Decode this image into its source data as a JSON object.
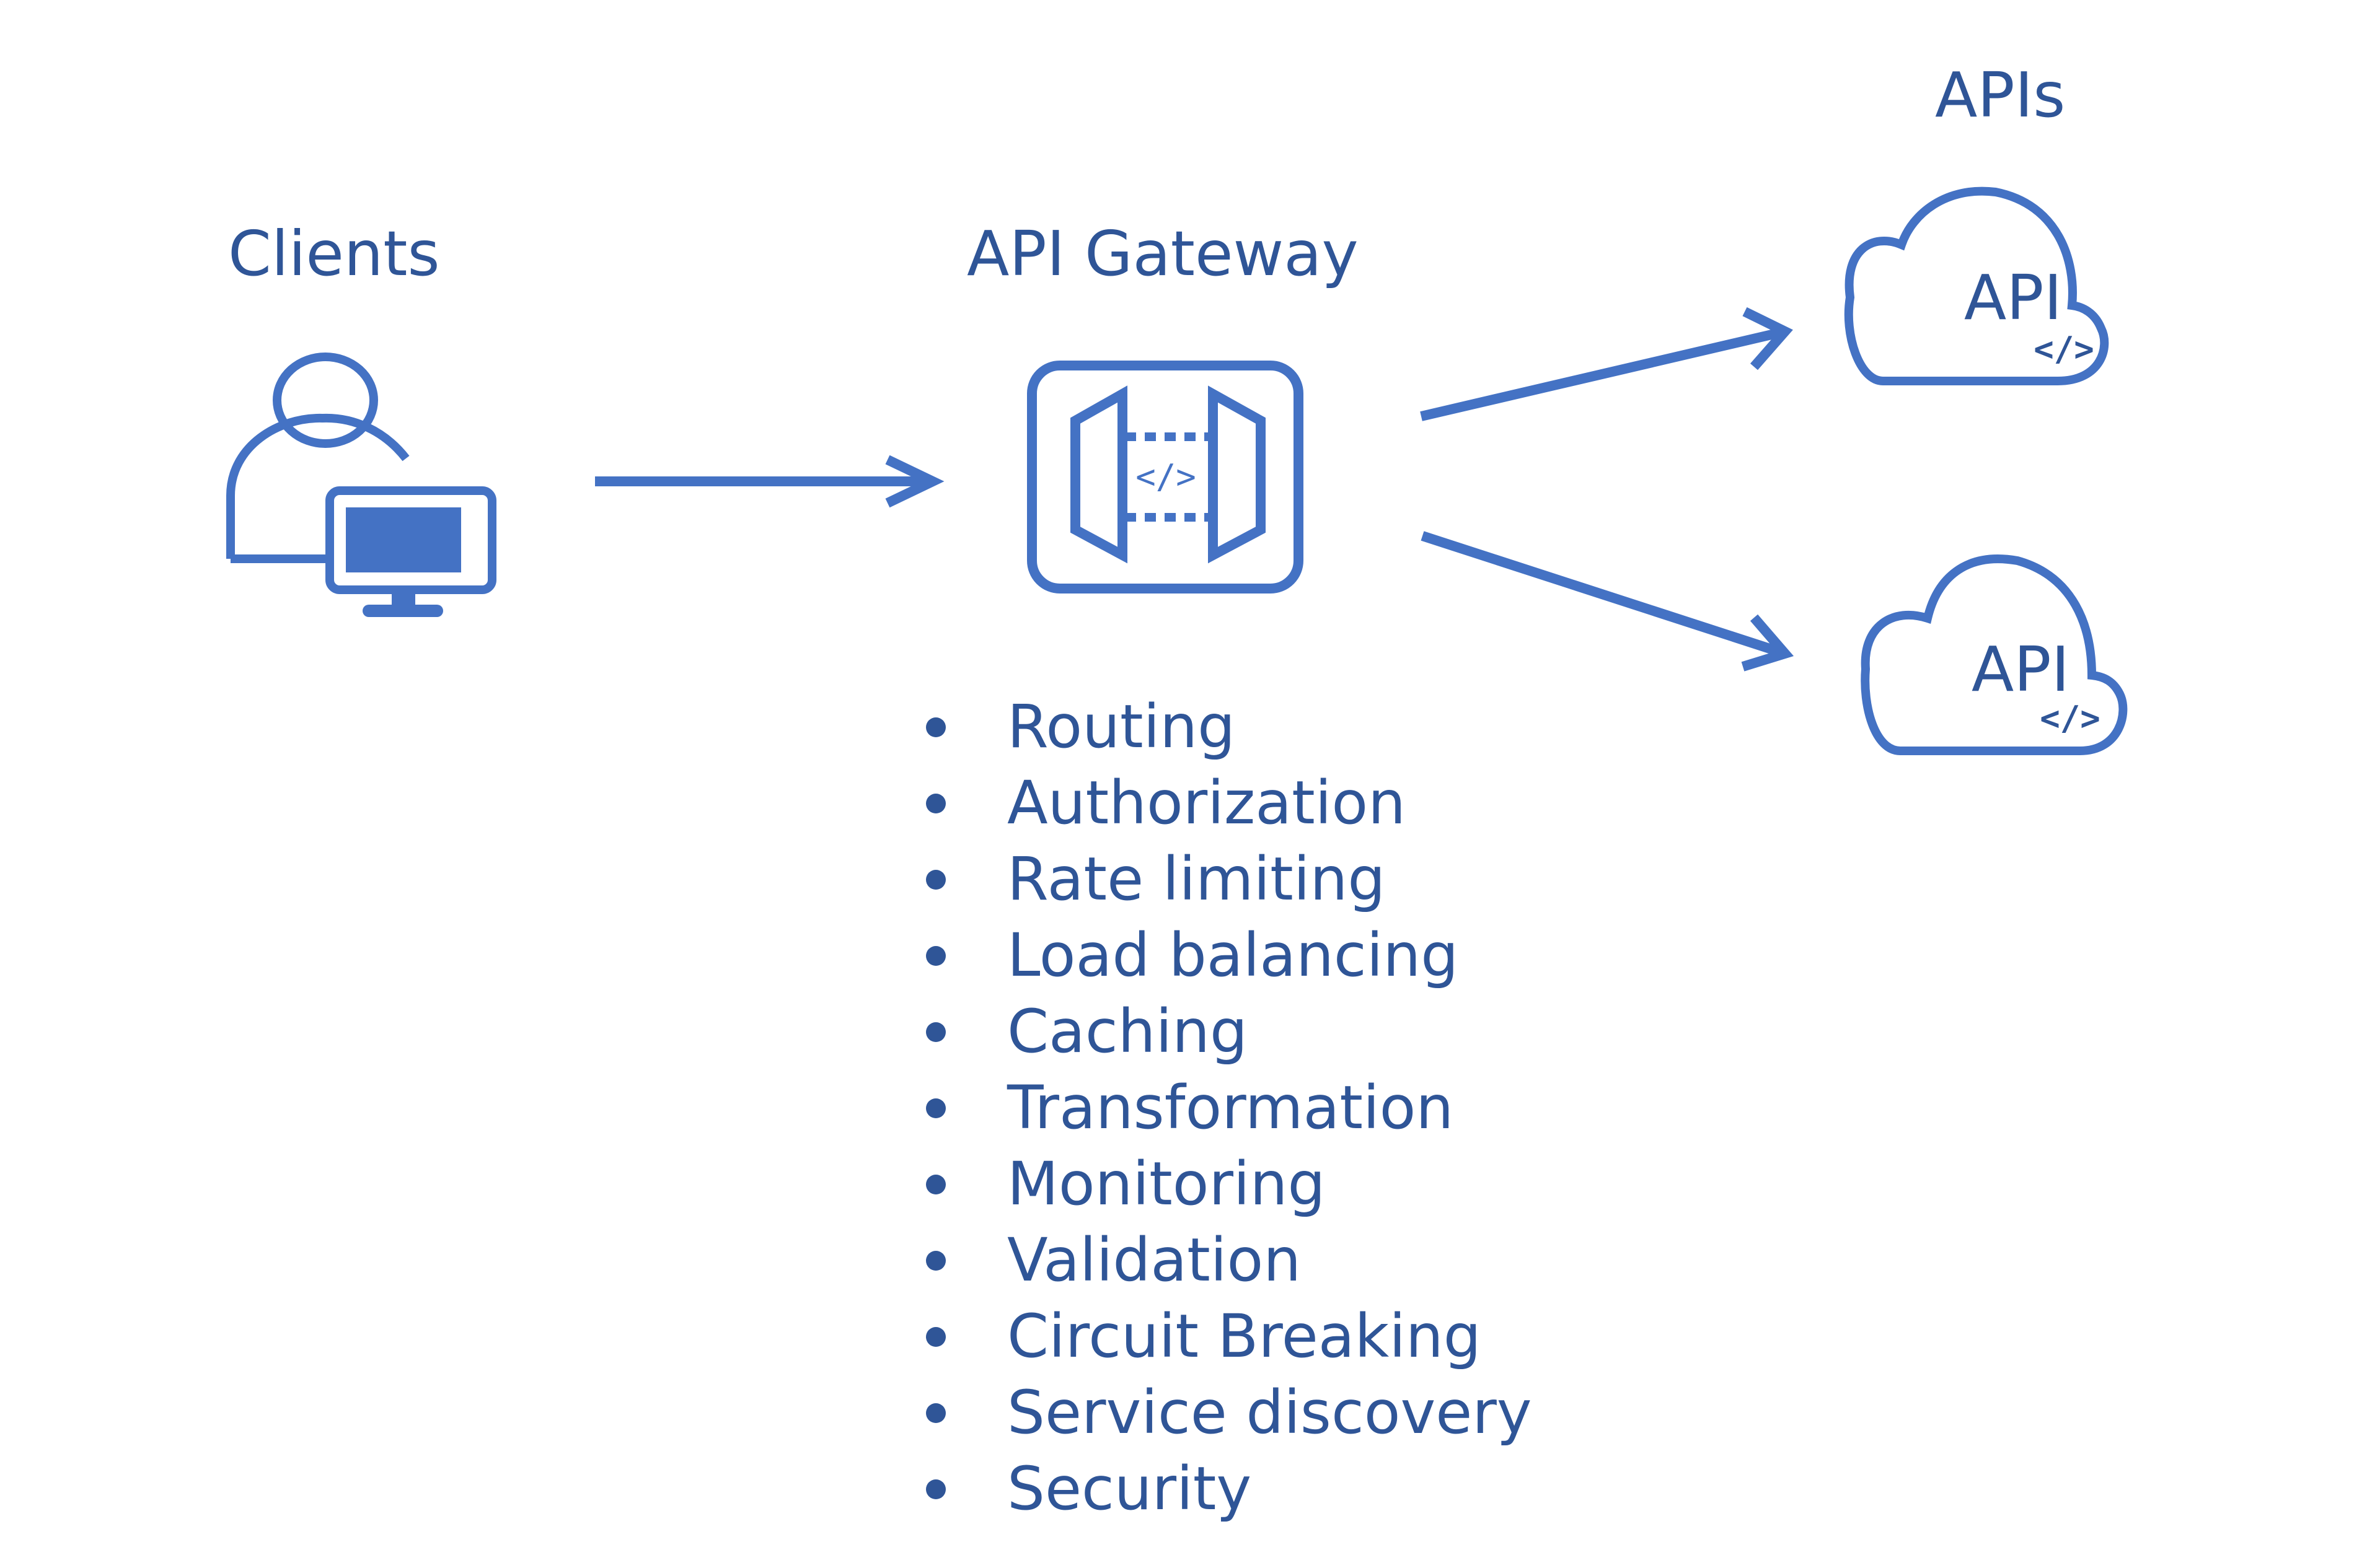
{
  "diagram": {
    "title_clients": "Clients",
    "title_gateway": "API Gateway",
    "title_apis": "APIs",
    "gateway_code_glyph": "</>",
    "apis": [
      {
        "label": "API",
        "code_glyph": "</>"
      },
      {
        "label": "API",
        "code_glyph": "</>"
      }
    ],
    "gateway_features": [
      "Routing",
      "Authorization",
      "Rate limiting",
      "Load balancing",
      "Caching",
      "Transformation",
      "Monitoring",
      "Validation",
      "Circuit Breaking",
      "Service discovery",
      "Security"
    ],
    "connections": [
      {
        "from": "Clients",
        "to": "API Gateway"
      },
      {
        "from": "API Gateway",
        "to": "API 1"
      },
      {
        "from": "API Gateway",
        "to": "API 2"
      }
    ],
    "colors": {
      "icon_stroke": "#4472C4",
      "text": "#2F5597",
      "background": "#FFFFFF"
    }
  }
}
